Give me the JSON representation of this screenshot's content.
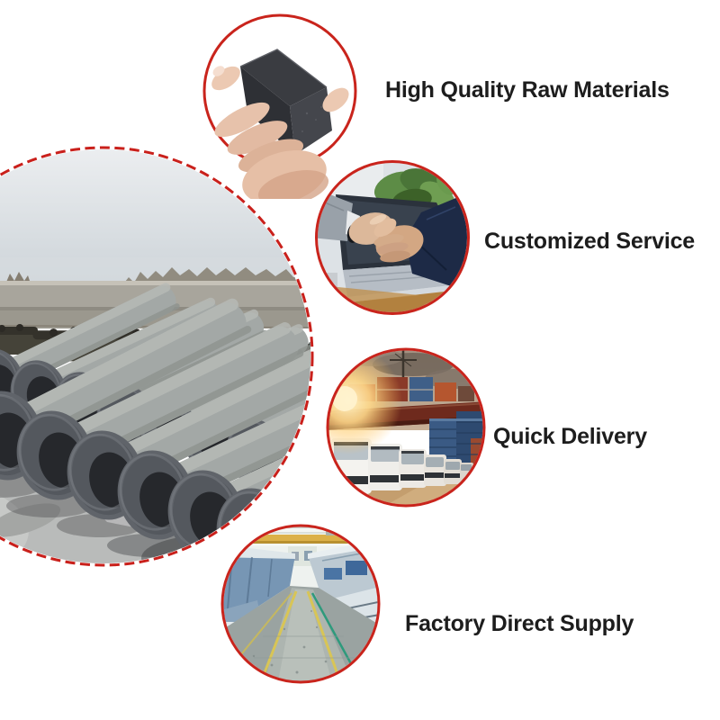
{
  "page": {
    "background_color": "#ffffff",
    "accent_ring_red": "#c9241c",
    "accent_dash_red": "#c9201b",
    "label_text_color": "#1d1d1d"
  },
  "hero": {
    "photo": "graphite-electrodes-stockyard-photo",
    "border_style": "dashed-red-circle"
  },
  "features": [
    {
      "label": "High Quality Raw Materials",
      "photo": "hand-holding-graphite-block-photo"
    },
    {
      "label": "Customized Service",
      "photo": "business-handshake-over-laptop-photo"
    },
    {
      "label": "Quick Delivery",
      "photo": "container-port-trucks-photo"
    },
    {
      "label": "Factory Direct Supply",
      "photo": "factory-production-line-photo"
    }
  ]
}
